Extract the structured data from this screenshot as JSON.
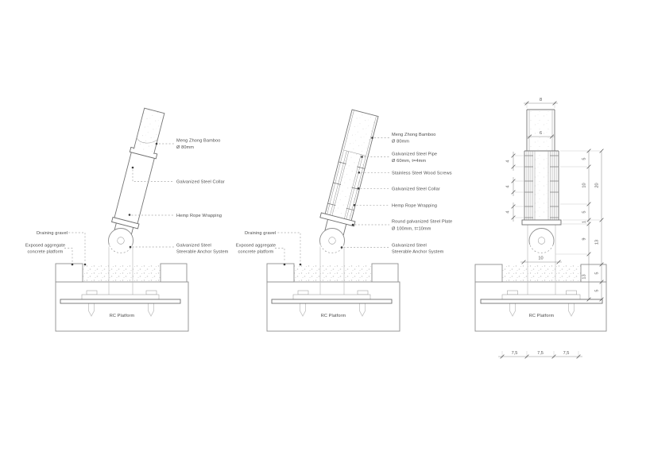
{
  "colors": {
    "background": "#ffffff",
    "structure_line": "#8f8f8f",
    "pole_line": "#757575",
    "text": "#4c4c4c",
    "leader_dash": "#a8a8a8",
    "bolt_light": "#c4c4c4"
  },
  "drawing": {
    "left": {
      "labels": {
        "bamboo_name": "Meng Zhong Bamboo",
        "bamboo_size": "Ø 80mm",
        "collar": "Galvanized Steel Collar",
        "hemp": "Hemp Rope Wrapping",
        "anchor_1": "Galvanized Steel",
        "anchor_2": "Steerable Anchor System",
        "draining": "Draining gravel",
        "exposed_1": "Exposed aggregate",
        "exposed_2": "concrete platform",
        "rc_platform": "RC Platform"
      }
    },
    "middle": {
      "labels": {
        "bamboo_name": "Meng Zhong Bamboo",
        "bamboo_size": "Ø 80mm",
        "pipe_name": "Galvanized Steel Pipe",
        "pipe_size": "Ø 60mm, t=4mm",
        "screws": "Stainless Steel Wood Screws",
        "collar": "Galvanized Steel Collar",
        "hemp": "Hemp Rope Wrapping",
        "plate_name": "Round galvanized Steel Plate",
        "plate_size": "Ø 100mm, t=10mm",
        "anchor_1": "Galvanized Steel",
        "anchor_2": "Steerable Anchor System",
        "draining": "Draining gravel",
        "exposed_1": "Exposed aggregate",
        "exposed_2": "concrete platform",
        "rc_platform": "RC Platform"
      }
    },
    "right": {
      "labels": {
        "rc_platform": "RC Platform"
      },
      "dims": {
        "top_width": "8",
        "inner_width": "6",
        "screw_gap_1": "4",
        "screw_gap_2": "4",
        "screw_gap_3": "4",
        "seg_top": "5",
        "seg_mid": "10",
        "seg_bot": "5",
        "plate_t": "1",
        "pedestal_h": "9",
        "anchor_total": "13",
        "collar_total": "20",
        "base_upper": "13",
        "block_h": "5",
        "slab_t": "5",
        "anchor_w": "10",
        "third_1": "7,5",
        "third_2": "7,5",
        "third_3": "7,5"
      }
    }
  }
}
